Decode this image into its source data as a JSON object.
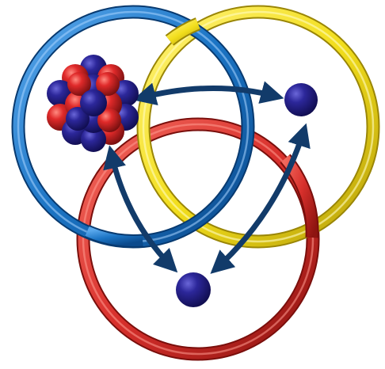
{
  "colors": {
    "background": "#ffffff",
    "ring_blue": "#1b74c4",
    "ring_yellow": "#f2de1c",
    "ring_red": "#d8302c",
    "proton_red": "#e12a2a",
    "neutron_blue": "#2a2593",
    "arrow_navy": "#123b6a"
  },
  "rings": [
    {
      "name": "blue-ring",
      "color": "ring_blue"
    },
    {
      "name": "yellow-ring",
      "color": "ring_yellow"
    },
    {
      "name": "red-ring",
      "color": "ring_red"
    }
  ],
  "icons": {
    "nucleus": "nucleus-cluster-icon",
    "particle": "sphere-icon",
    "arrow": "double-headed-arrow-icon"
  }
}
